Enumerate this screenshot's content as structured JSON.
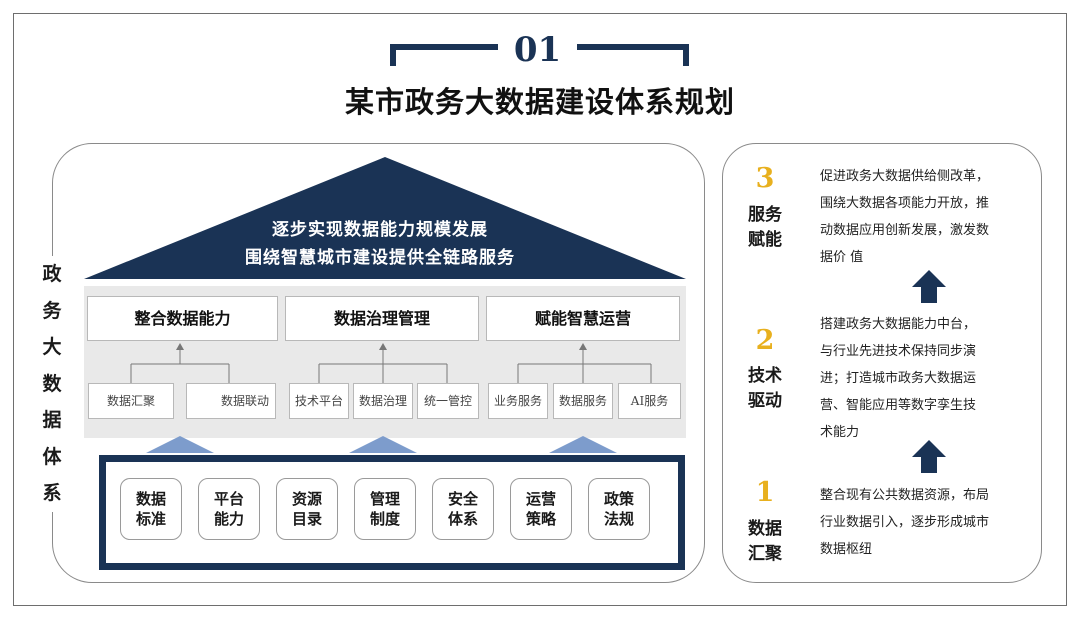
{
  "header": {
    "section_number": "01",
    "title": "某市政务大数据建设体系规划"
  },
  "left_panel": {
    "vertical_label": [
      "政",
      "务",
      "大",
      "数",
      "据",
      "体",
      "系"
    ],
    "roof": {
      "line1": "逐步实现数据能力规模发展",
      "line2": "围绕智慧城市建设提供全链路服务"
    },
    "capabilities": [
      {
        "label": "整合数据能力",
        "subs": [
          "数据汇聚",
          "数据联动"
        ]
      },
      {
        "label": "数据治理管理",
        "subs": [
          "技术平台",
          "数据治理",
          "统一管控"
        ]
      },
      {
        "label": "赋能智慧运营",
        "subs": [
          "业务服务",
          "数据服务",
          "AI服务"
        ]
      }
    ],
    "pillars": [
      {
        "line1": "数据",
        "line2": "标准"
      },
      {
        "line1": "平台",
        "line2": "能力"
      },
      {
        "line1": "资源",
        "line2": "目录"
      },
      {
        "line1": "管理",
        "line2": "制度"
      },
      {
        "line1": "安全",
        "line2": "体系"
      },
      {
        "line1": "运营",
        "line2": "策略"
      },
      {
        "line1": "政策",
        "line2": "法规"
      }
    ]
  },
  "right_panel": {
    "steps": [
      {
        "number": "3",
        "label1": "服务",
        "label2": "赋能",
        "desc": [
          "促进政务大数据供给侧改革，",
          "围绕大数据各项能力开放，推",
          "动数据应用创新发展，激发数",
          "据价 值"
        ]
      },
      {
        "number": "2",
        "label1": "技术",
        "label2": "驱动",
        "desc": [
          "搭建政务大数据能力中台，",
          "与行业先进技术保持同步演",
          "进；打造城市政务大数据运",
          "营、智能应用等数字孪生技",
          "术能力"
        ]
      },
      {
        "number": "1",
        "label1": "数据",
        "label2": "汇聚",
        "desc": [
          "整合现有公共数据资源，布局",
          "行业数据引入，逐步形成城市",
          "数据枢纽"
        ]
      }
    ]
  },
  "colors": {
    "navy": "#1a3355",
    "accent_gold": "#e8b01e",
    "band_gray": "#e9e9e9",
    "light_triangle": "#7d9ccc"
  }
}
